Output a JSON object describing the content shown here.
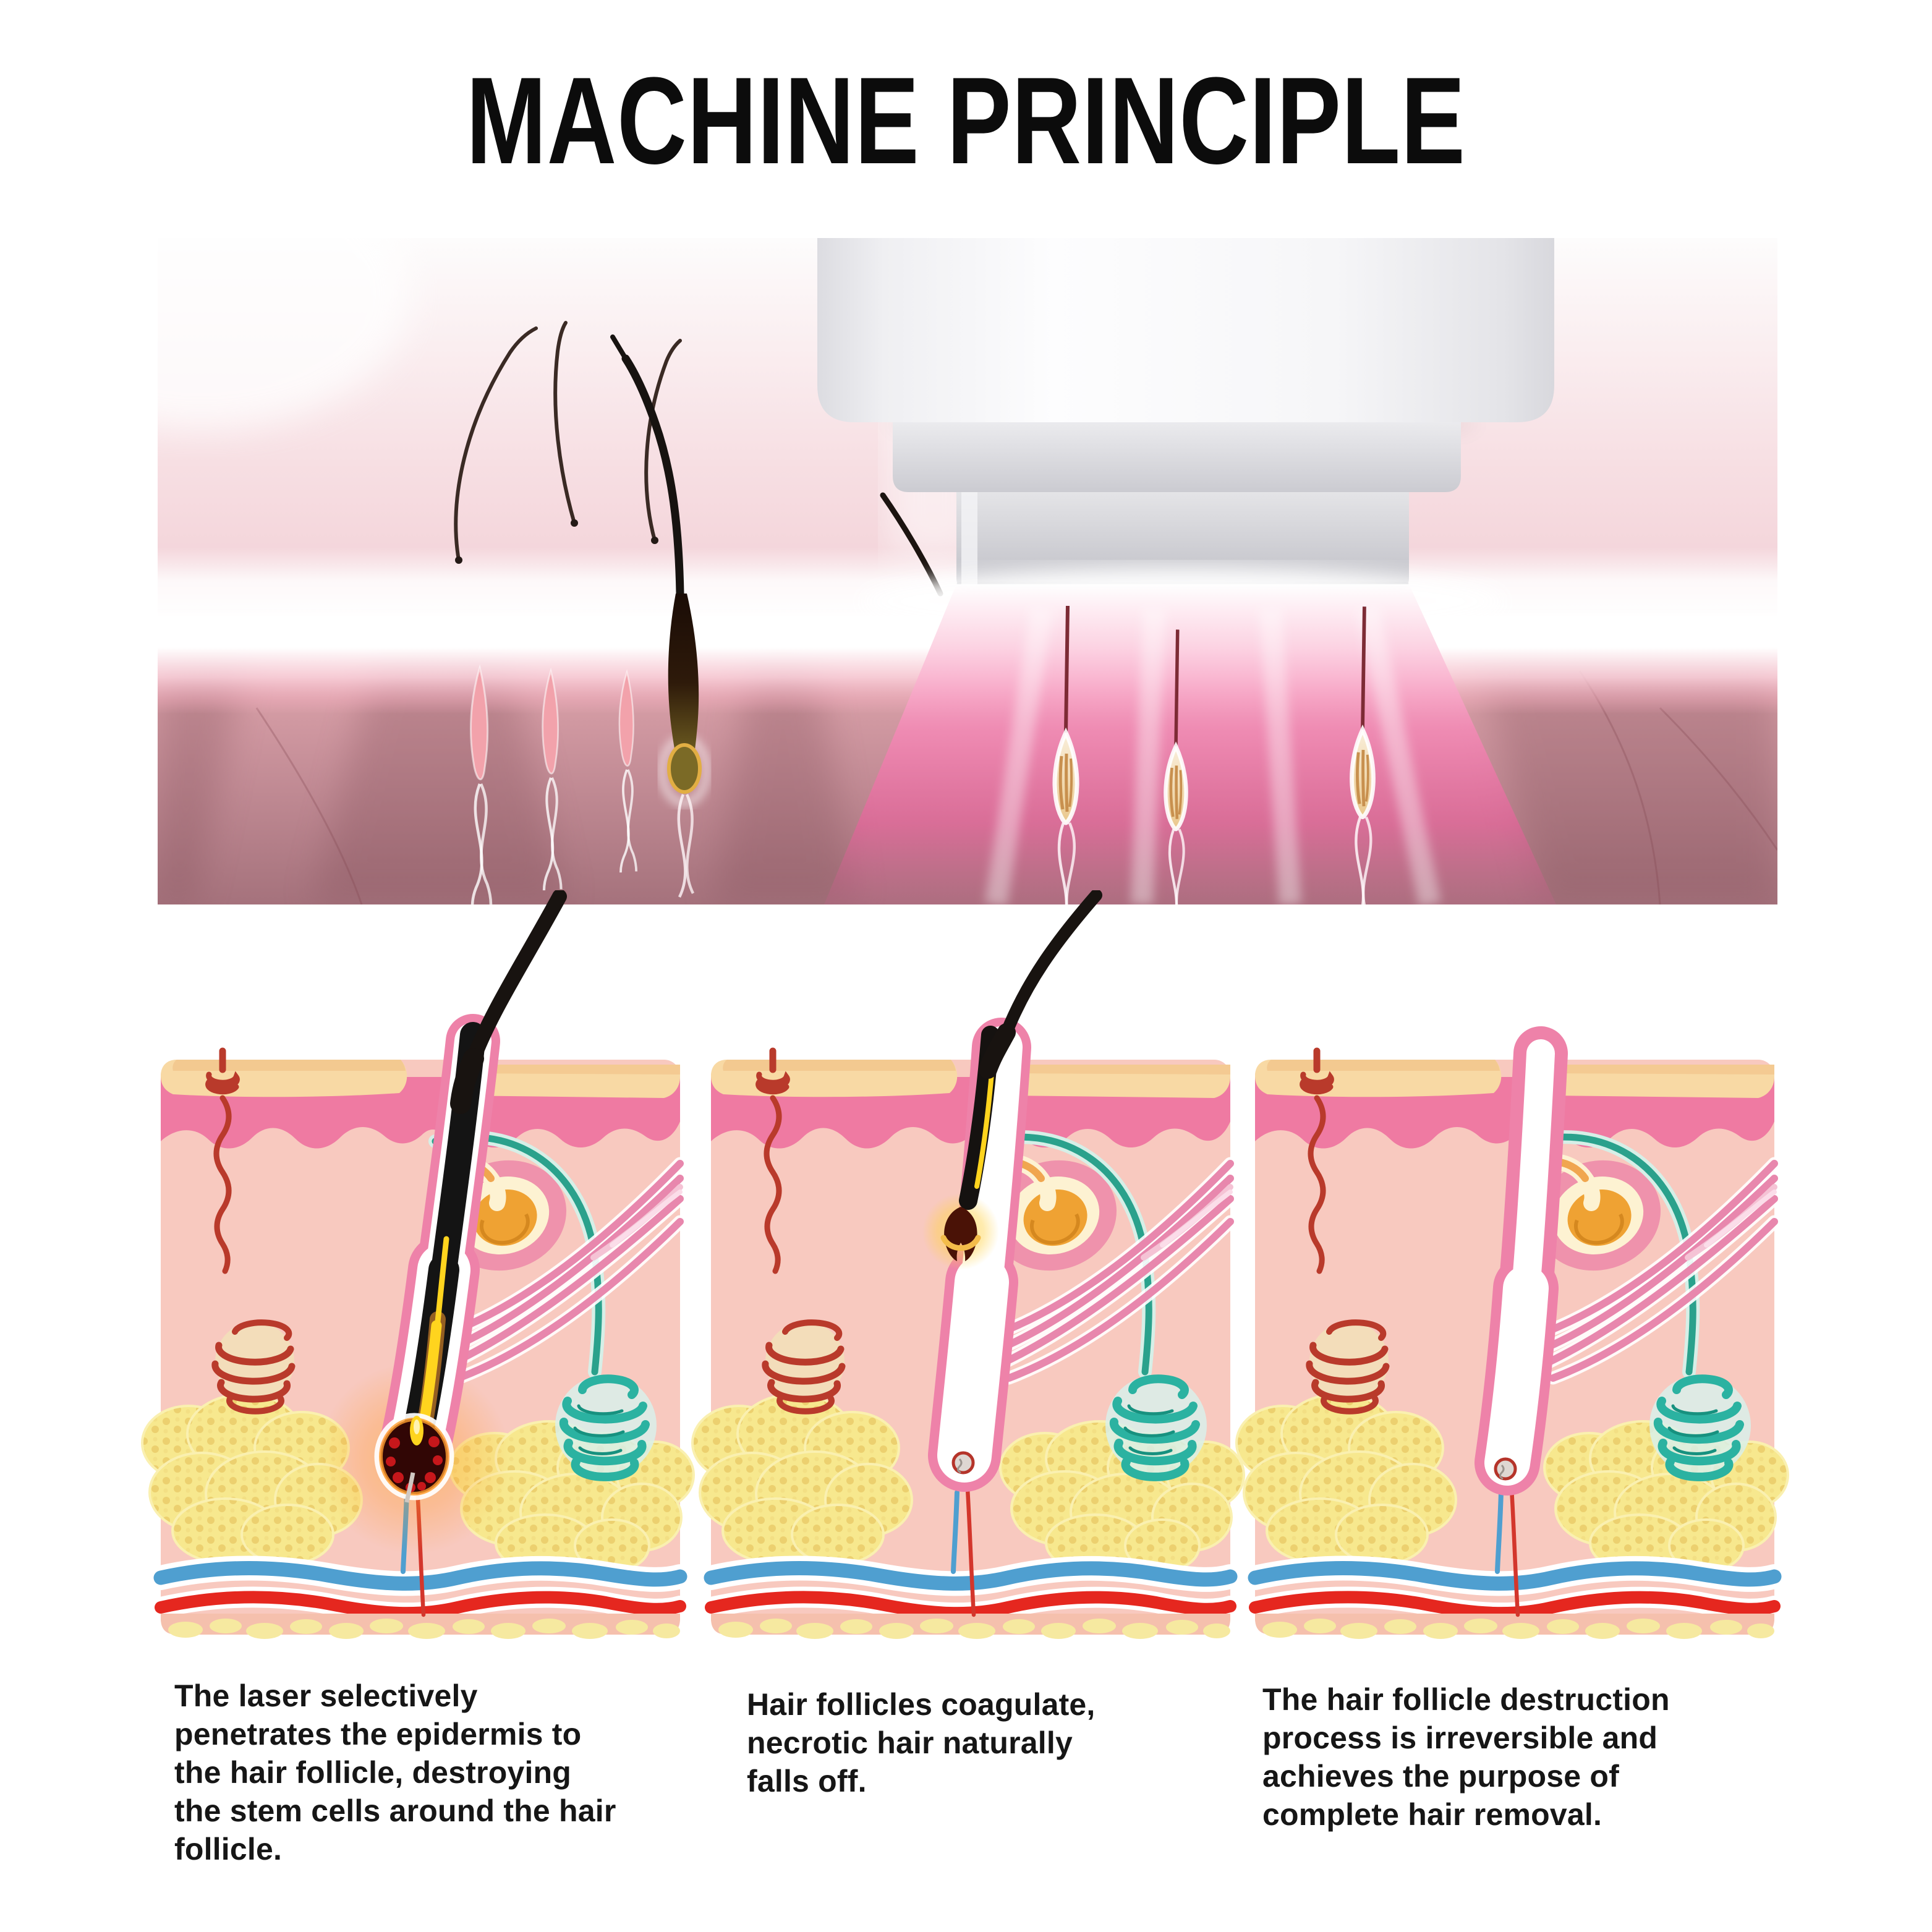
{
  "page": {
    "title": "MACHINE PRINCIPLE",
    "background": "#ffffff"
  },
  "illustrations": {
    "hero": "laser-handpiece-emitting-light-over-skin-and-follicles",
    "stages": [
      "stage-1-laser-penetrates-epidermis-to-follicle",
      "stage-2-follicle-coagulates-hair-detaches",
      "stage-3-follicle-destroyed-empty"
    ]
  },
  "captions": [
    {
      "lines": [
        "The laser selectively",
        "penetrates the epidermis to",
        "the hair follicle, destroying",
        "the stem cells around the hair",
        "follicle."
      ]
    },
    {
      "lines": [
        "Hair follicles coagulate,",
        "necrotic hair naturally",
        "falls off."
      ]
    },
    {
      "lines": [
        "The hair follicle destruction",
        "process is irreversible and",
        "achieves the purpose of",
        "complete hair removal."
      ]
    }
  ],
  "colors": {
    "title": "#0c0c0c",
    "caption": "#161616",
    "dermis_pink": "#f8c9bf",
    "epidermis_cream": "#f8d9a4",
    "papillary_pink": "#ef7aa2",
    "fat_yellow": "#f7e88e",
    "vein_blue": "#4f9fd0",
    "artery_red": "#e5271f",
    "sweat_gland_red": "#b93a2b",
    "eccrine_gland_teal": "#2bb2a1",
    "sebaceous_orange": "#efa233",
    "laser_glow_pink": "#f36fa7",
    "hair_black": "#181310",
    "laser_flame_yellow": "#ffd41e"
  }
}
